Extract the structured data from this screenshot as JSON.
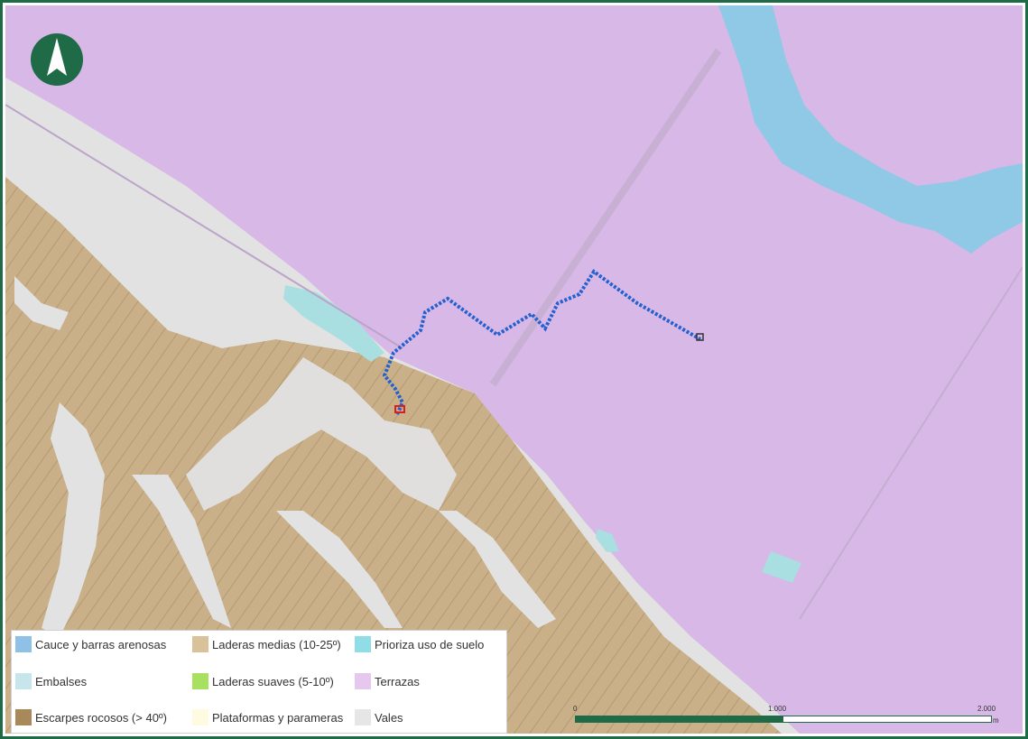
{
  "north_arrow": {
    "icon": "north-arrow-icon",
    "color": "#1f6b47"
  },
  "colors": {
    "terraces": "#d7b8e6",
    "vales": "#e2e2e2",
    "slopes": "#c9b089",
    "river": "#8fc9e6",
    "reservoir": "#bfe0e6",
    "route": "#2360d0",
    "marker": "#d81f1f",
    "frame": "#1f6b47"
  },
  "legend": {
    "items": [
      {
        "label": "Cauce y barras arenosas",
        "color": "#8fc1e6"
      },
      {
        "label": "Laderas medias (10-25º)",
        "color": "#d9c19a"
      },
      {
        "label": "Prioriza uso de suelo",
        "color": "#8fdde6"
      },
      {
        "label": "Embalses",
        "color": "#c6e6ec"
      },
      {
        "label": "Laderas suaves (5-10º)",
        "color": "#a8e060"
      },
      {
        "label": "Terrazas",
        "color": "#e6c8ee"
      },
      {
        "label": "Escarpes rocosos (> 40º)",
        "color": "#a88a5a"
      },
      {
        "label": "Plataformas y parameras",
        "color": "#fffbe0"
      },
      {
        "label": "Vales",
        "color": "#e6e6e6"
      }
    ]
  },
  "scale_bar": {
    "labels": [
      "0",
      "1.000",
      "2.000"
    ],
    "unit": "m",
    "fill_fraction": 0.5
  }
}
